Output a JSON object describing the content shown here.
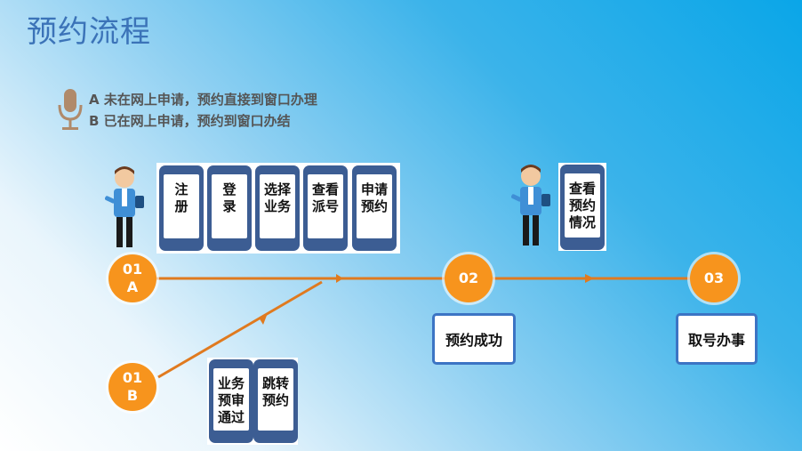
{
  "title": "预约流程",
  "notes": {
    "a": "A 未在网上申请，预约直接到窗口办理",
    "b": "B 已在网上申请，预约到窗口办结"
  },
  "phones_a": [
    "注\n册",
    "登\n录",
    "选择\n业务",
    "查看\n派号",
    "申请\n预约"
  ],
  "phones_b": [
    "业务\n预审\n通过",
    "跳转\n预约"
  ],
  "phone_c": "查看\n预约\n情况",
  "nodes": {
    "n01a_num": "01",
    "n01a_letter": "A",
    "n01b_num": "01",
    "n01b_letter": "B",
    "n02": "02",
    "n03": "03"
  },
  "boxes": {
    "success": "预约成功",
    "handle": "取号办事"
  },
  "colors": {
    "accent": "#f7941d",
    "phone": "#3c5d93",
    "box_border": "#3c74c4",
    "title": "#3b73b8"
  },
  "icons": [
    "microphone-icon",
    "person-with-phone-icon"
  ]
}
